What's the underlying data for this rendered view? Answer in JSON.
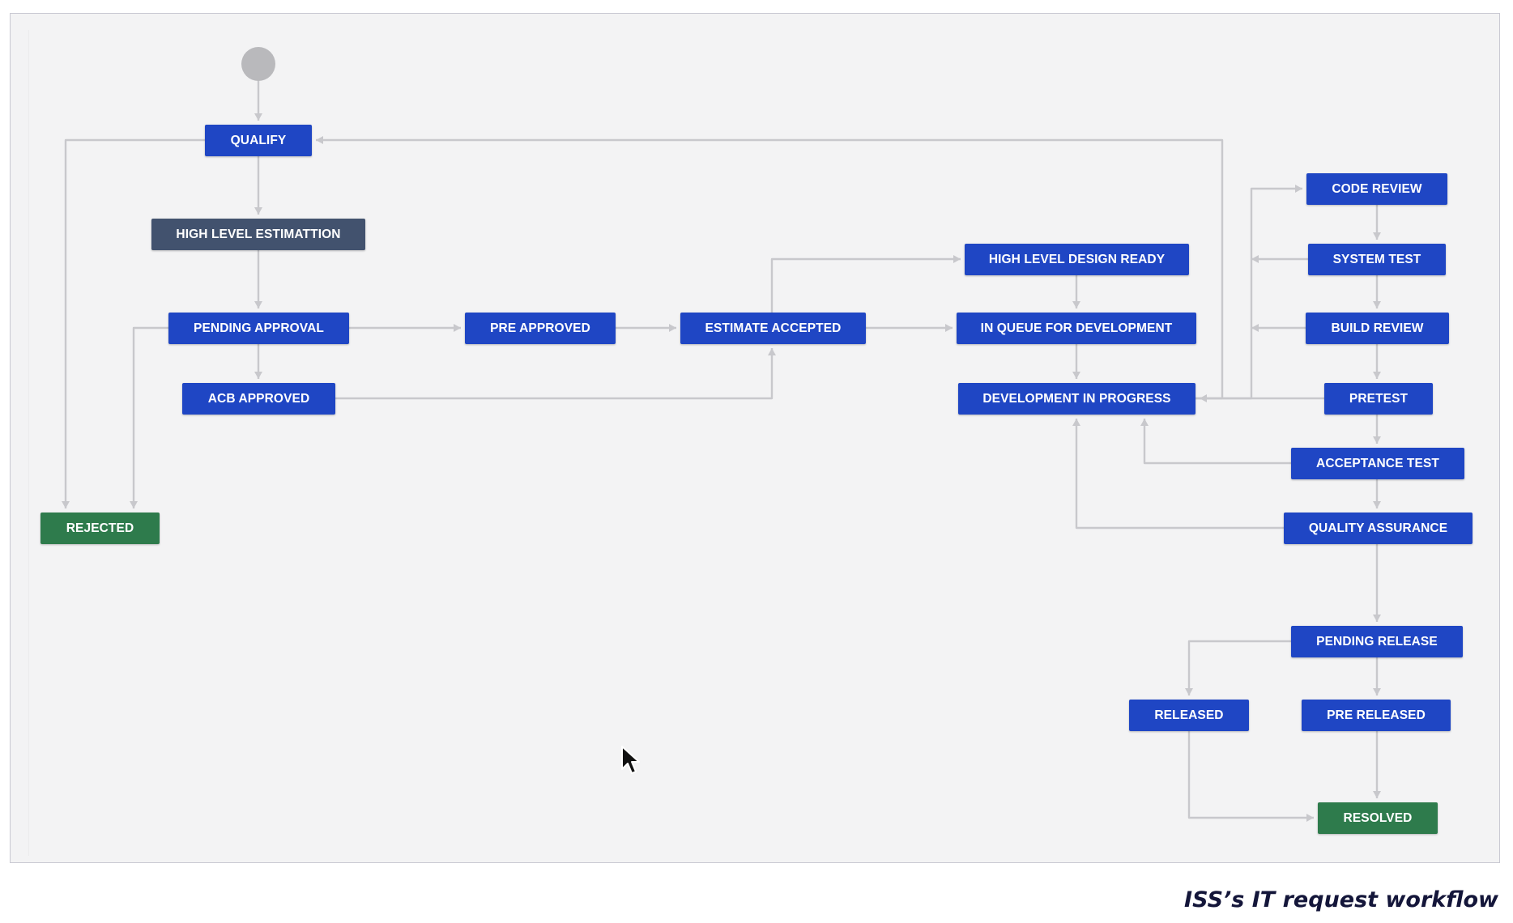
{
  "colors": {
    "status_blue": "#1f46c4",
    "status_dark": "#42526e",
    "status_green": "#2e7b4c",
    "start_node": "#b9b9bc",
    "connector": "#c8c8cc",
    "canvas": "#f3f3f4"
  },
  "icons": {
    "start": "start-circle",
    "pointer": "mouse-pointer-icon"
  },
  "workflow": {
    "statuses": [
      {
        "id": "qualify",
        "label": "QUALIFY",
        "category": "blue"
      },
      {
        "id": "high-level-estimattion",
        "label": "HIGH LEVEL ESTIMATTION",
        "category": "dark"
      },
      {
        "id": "pending-approval",
        "label": "PENDING APPROVAL",
        "category": "blue"
      },
      {
        "id": "acb-approved",
        "label": "ACB APPROVED",
        "category": "blue"
      },
      {
        "id": "pre-approved",
        "label": "PRE APPROVED",
        "category": "blue"
      },
      {
        "id": "estimate-accepted",
        "label": "ESTIMATE ACCEPTED",
        "category": "blue"
      },
      {
        "id": "high-level-design-ready",
        "label": "HIGH LEVEL DESIGN READY",
        "category": "blue"
      },
      {
        "id": "in-queue-for-development",
        "label": "IN QUEUE FOR DEVELOPMENT",
        "category": "blue"
      },
      {
        "id": "development-in-progress",
        "label": "DEVELOPMENT IN PROGRESS",
        "category": "blue"
      },
      {
        "id": "code-review",
        "label": "CODE REVIEW",
        "category": "blue"
      },
      {
        "id": "system-test",
        "label": "SYSTEM TEST",
        "category": "blue"
      },
      {
        "id": "build-review",
        "label": "BUILD REVIEW",
        "category": "blue"
      },
      {
        "id": "pretest",
        "label": "PRETEST",
        "category": "blue"
      },
      {
        "id": "acceptance-test",
        "label": "ACCEPTANCE TEST",
        "category": "blue"
      },
      {
        "id": "quality-assurance",
        "label": "QUALITY ASSURANCE",
        "category": "blue"
      },
      {
        "id": "pending-release",
        "label": "PENDING RELEASE",
        "category": "blue"
      },
      {
        "id": "released",
        "label": "RELEASED",
        "category": "blue"
      },
      {
        "id": "pre-released",
        "label": "PRE RELEASED",
        "category": "blue"
      },
      {
        "id": "rejected",
        "label": "REJECTED",
        "category": "green"
      },
      {
        "id": "resolved",
        "label": "RESOLVED",
        "category": "green"
      }
    ],
    "transitions": [
      {
        "from": "start",
        "to": "qualify"
      },
      {
        "from": "qualify",
        "to": "high-level-estimattion"
      },
      {
        "from": "high-level-estimattion",
        "to": "pending-approval"
      },
      {
        "from": "pending-approval",
        "to": "acb-approved"
      },
      {
        "from": "pending-approval",
        "to": "pre-approved"
      },
      {
        "from": "pre-approved",
        "to": "estimate-accepted"
      },
      {
        "from": "acb-approved",
        "to": "estimate-accepted"
      },
      {
        "from": "estimate-accepted",
        "to": "high-level-design-ready"
      },
      {
        "from": "estimate-accepted",
        "to": "in-queue-for-development"
      },
      {
        "from": "high-level-design-ready",
        "to": "in-queue-for-development"
      },
      {
        "from": "in-queue-for-development",
        "to": "development-in-progress"
      },
      {
        "from": "development-in-progress",
        "to": "qualify"
      },
      {
        "from": "development-in-progress",
        "to": "code-review"
      },
      {
        "from": "code-review",
        "to": "system-test"
      },
      {
        "from": "system-test",
        "to": "build-review"
      },
      {
        "from": "system-test",
        "to": "development-in-progress"
      },
      {
        "from": "build-review",
        "to": "pretest"
      },
      {
        "from": "build-review",
        "to": "development-in-progress"
      },
      {
        "from": "pretest",
        "to": "development-in-progress"
      },
      {
        "from": "pretest",
        "to": "acceptance-test"
      },
      {
        "from": "acceptance-test",
        "to": "quality-assurance"
      },
      {
        "from": "acceptance-test",
        "to": "development-in-progress"
      },
      {
        "from": "quality-assurance",
        "to": "development-in-progress"
      },
      {
        "from": "quality-assurance",
        "to": "pending-release"
      },
      {
        "from": "pending-release",
        "to": "pre-released"
      },
      {
        "from": "pending-release",
        "to": "released"
      },
      {
        "from": "pre-released",
        "to": "resolved"
      },
      {
        "from": "released",
        "to": "resolved"
      },
      {
        "from": "qualify",
        "to": "rejected"
      },
      {
        "from": "pending-approval",
        "to": "rejected"
      }
    ]
  },
  "caption": "ISS’s IT request workflow"
}
